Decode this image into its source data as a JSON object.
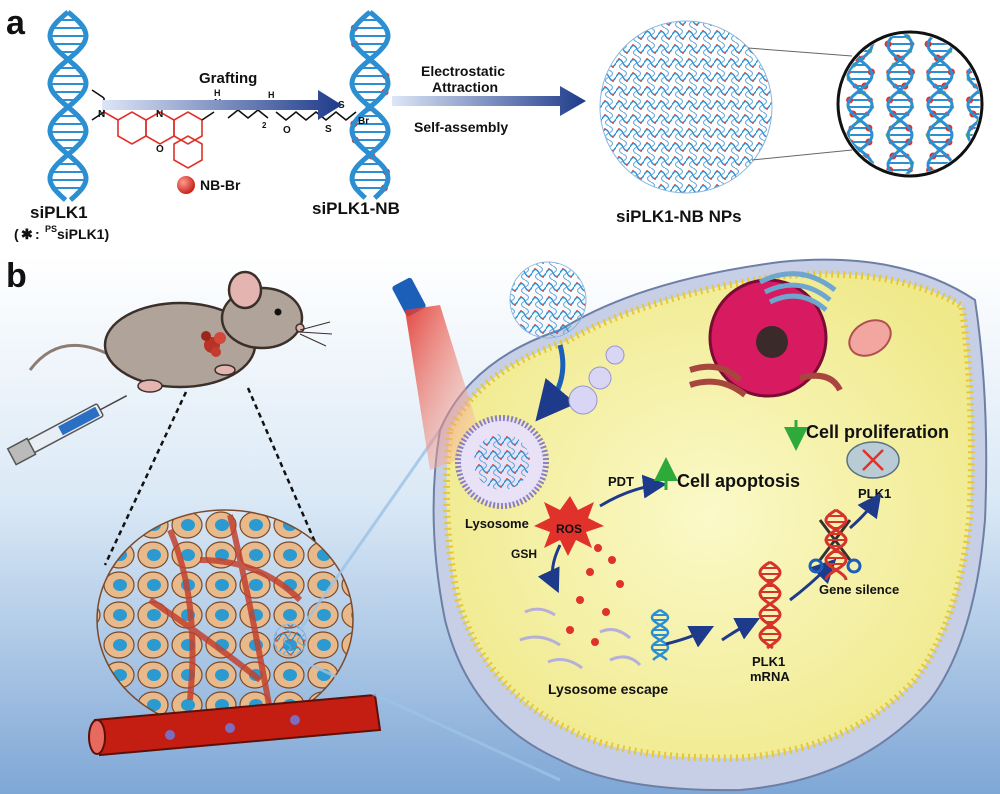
{
  "panels": {
    "a": "a",
    "b": "b"
  },
  "panel_a": {
    "sirna_label": "siPLK1",
    "sirna_note_prefix": "(",
    "sirna_note_star": "✱",
    "sirna_note_colon": ":",
    "sirna_note_sup": "PS",
    "sirna_note_name": "siPLK1)",
    "reagent_label": "NB-Br",
    "arrow1_label": "Grafting",
    "conjugate_label": "siPLK1-NB",
    "arrow2_label_line1": "Electrostatic",
    "arrow2_label_line2": "Attraction",
    "arrow2_label_line3": "Self-assembly",
    "nanoparticle_label": "siPLK1-NB NPs",
    "chem_n": "N",
    "chem_o": "O",
    "chem_h": "H",
    "chem_s": "S",
    "chem_br": "Br",
    "chem_sub2": "2"
  },
  "panel_b": {
    "lysosome": "Lysosome",
    "pdt": "PDT",
    "ros": "ROS",
    "gsh": "GSH",
    "apoptosis": "Cell apoptosis",
    "proliferation": "Cell proliferation",
    "plk1": "PLK1",
    "gene_silence": "Gene silence",
    "mrna_line1": "PLK1",
    "mrna_line2": "mRNA",
    "lysosome_escape": "Lysosome escape"
  },
  "colors": {
    "dna_blue": "#2b8fd1",
    "base_green": "#7cc242",
    "base_red": "#e84a3c",
    "dye_red": "#e0312b",
    "arrow_navy": "#1e3a8a",
    "cell_fill": "#f5f1a0",
    "up_arrow_green": "#2eaa3a",
    "membrane_yellow": "#f2d54b"
  }
}
